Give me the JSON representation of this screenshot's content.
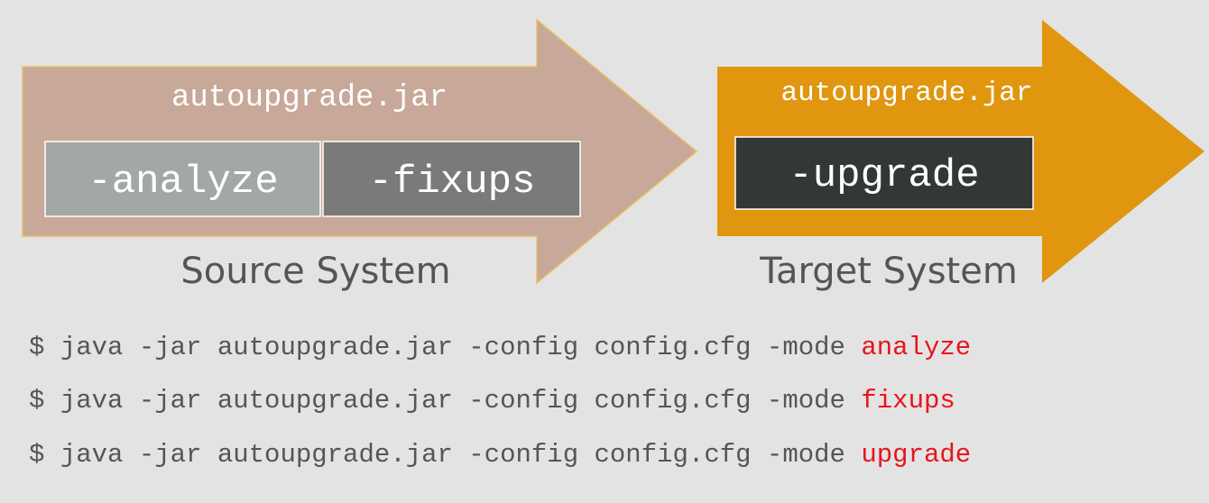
{
  "colors": {
    "background": "#e3e3e3",
    "source_arrow_fill": "#c8a898",
    "source_arrow_stroke": "#e8c060",
    "target_arrow_fill": "#e0960f",
    "analyze_box": "#a3a8a5",
    "fixups_box": "#7a7a7a",
    "upgrade_box": "#323837",
    "mode_highlight": "#e8141c"
  },
  "source": {
    "jar_label": "autoupgrade.jar",
    "analyze_label": "-analyze",
    "fixups_label": "-fixups",
    "system_label": "Source System"
  },
  "target": {
    "jar_label": "autoupgrade.jar",
    "upgrade_label": "-upgrade",
    "system_label": "Target System"
  },
  "commands": [
    {
      "prefix": "$ java -jar autoupgrade.jar -config config.cfg -mode ",
      "mode": "analyze"
    },
    {
      "prefix": "$ java -jar autoupgrade.jar -config config.cfg -mode ",
      "mode": "fixups"
    },
    {
      "prefix": "$ java -jar autoupgrade.jar -config config.cfg -mode ",
      "mode": "upgrade"
    }
  ]
}
